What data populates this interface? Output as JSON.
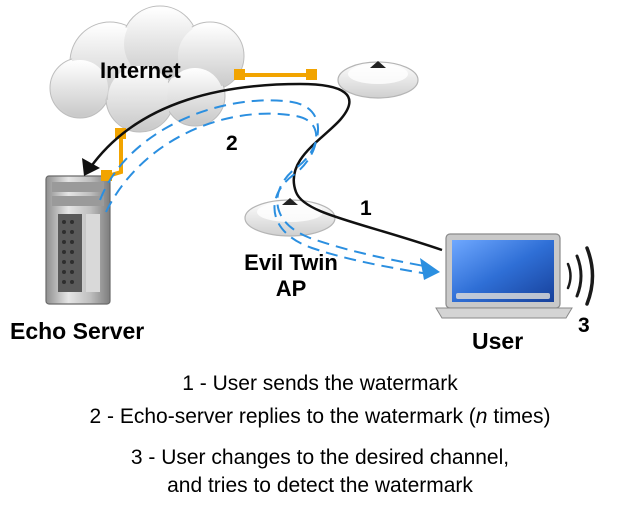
{
  "nodes": {
    "internet": "Internet",
    "evil_twin_line1": "Evil Twin",
    "evil_twin_line2": "AP",
    "echo_server": "Echo Server",
    "user": "User"
  },
  "step_numbers": {
    "one": "1",
    "two": "2",
    "three": "3"
  },
  "legend": {
    "line1": "1 - User sends the watermark",
    "line2_prefix": "2 - Echo-server replies to the watermark (",
    "line2_italic": "n",
    "line2_suffix": " times)",
    "line3": "3 - User changes to the desired channel,",
    "line4": "and tries to detect the watermark"
  },
  "colors": {
    "solid_path": "#111111",
    "dashed_path": "#2b8fe0",
    "wired_link": "#f2a400"
  }
}
